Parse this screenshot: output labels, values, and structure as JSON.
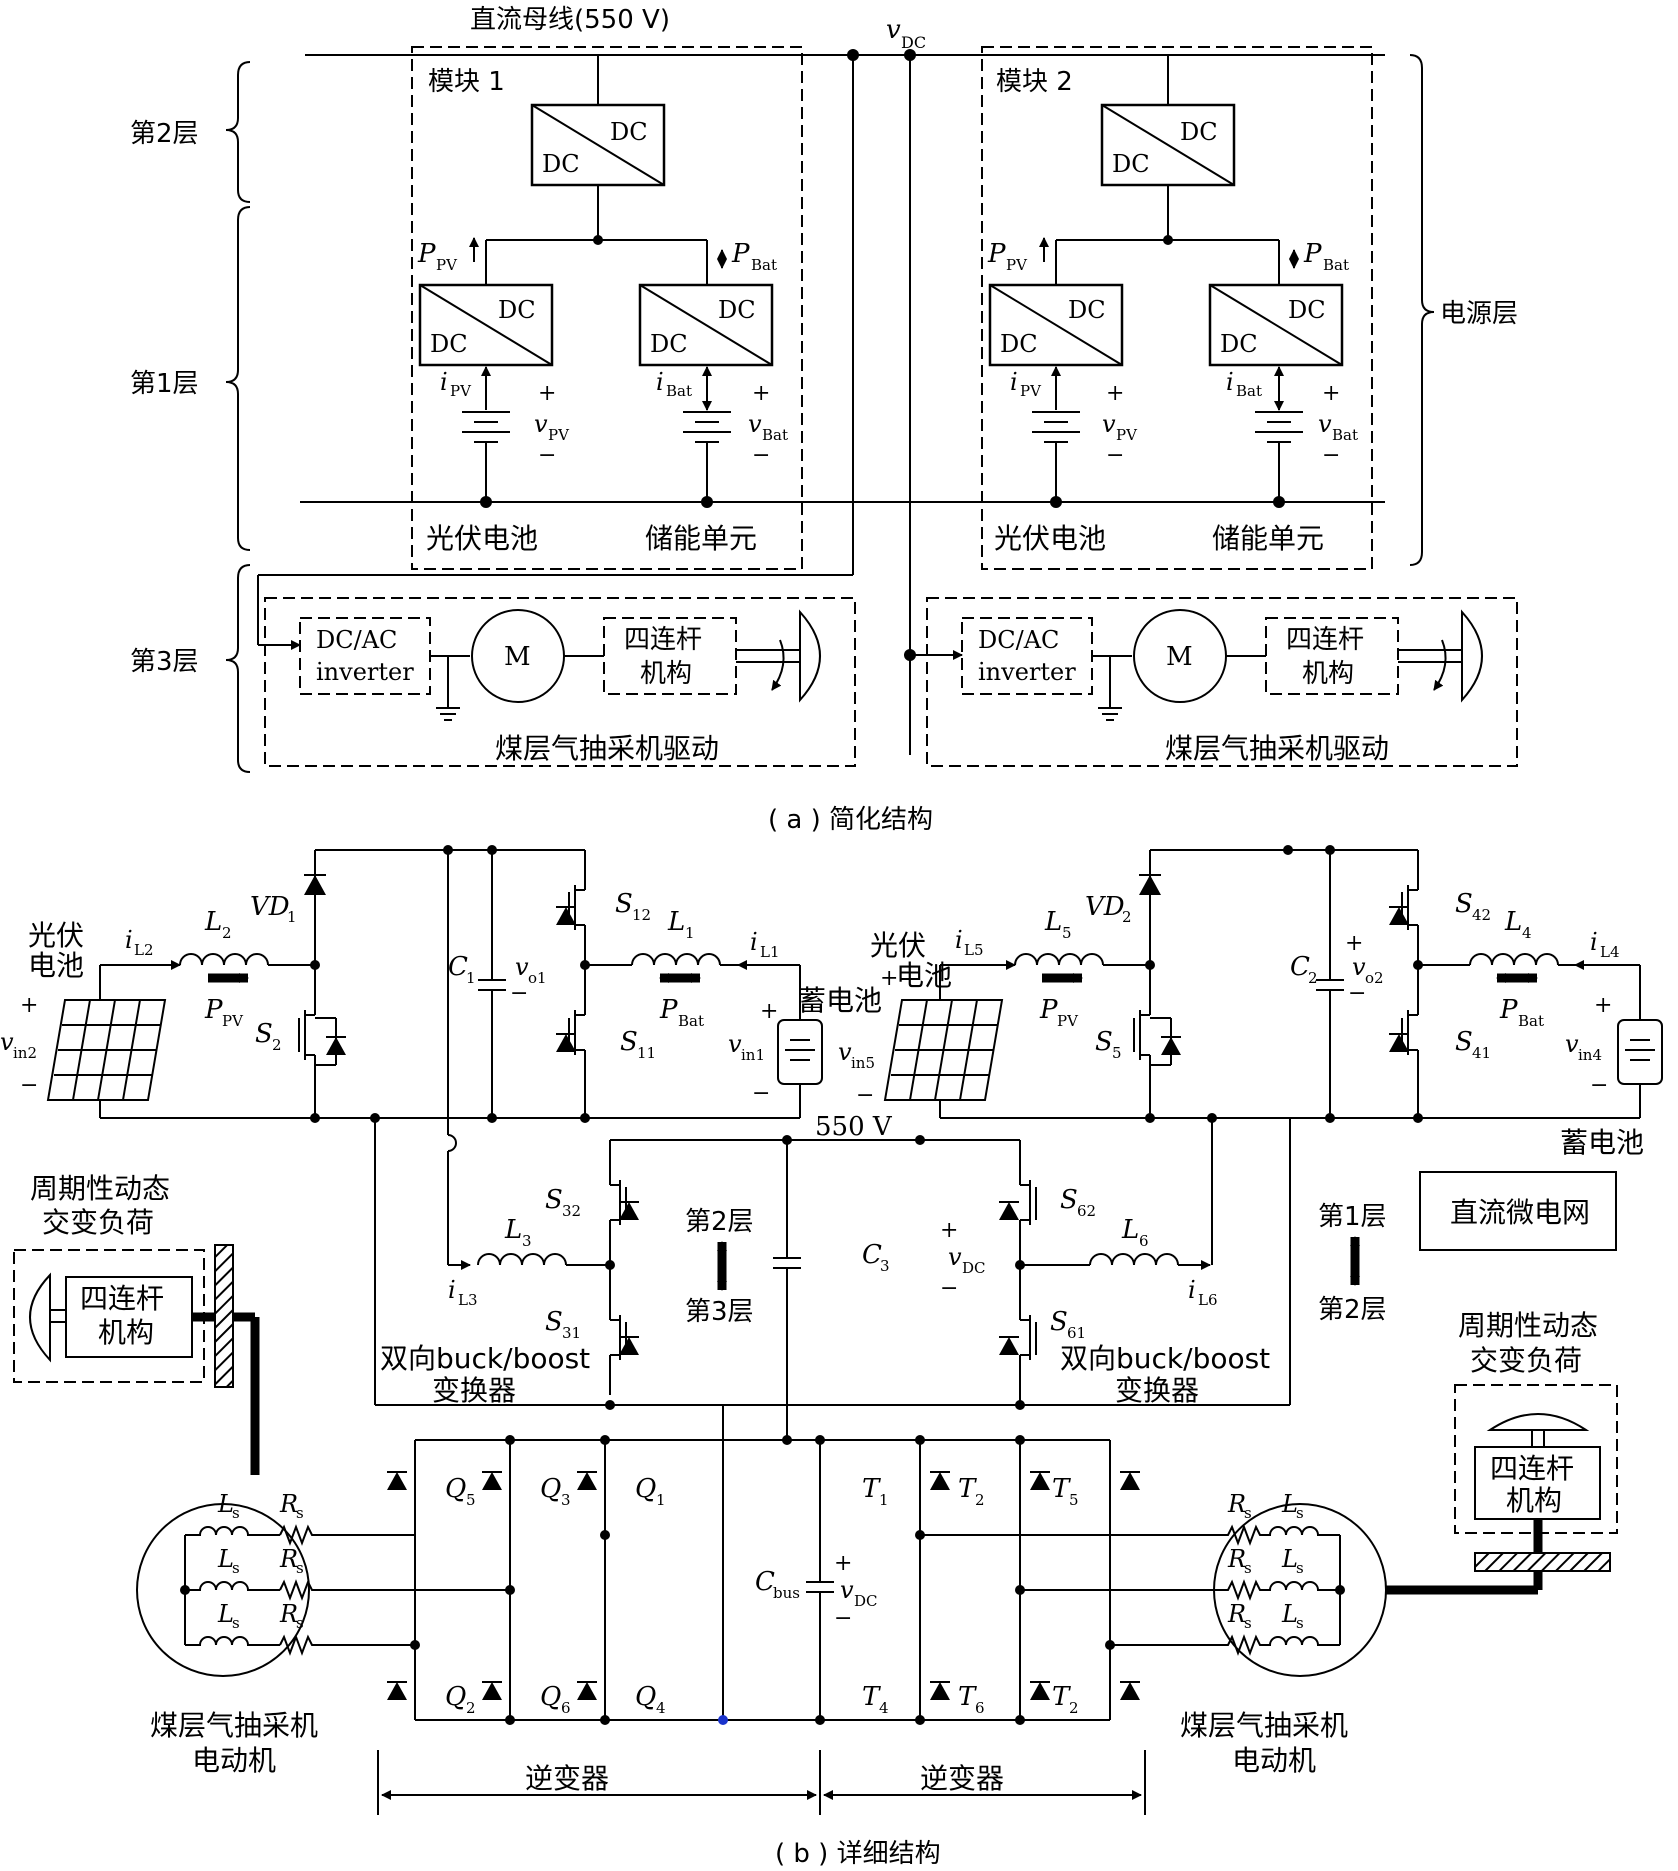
{
  "labels": {
    "dc_bus": "直流母线(550 V)",
    "v_dc_top": "v",
    "v_dc_top_sub": "DC",
    "module1": "模块 1",
    "module2": "模块 2",
    "layer2": "第2层",
    "layer1": "第1层",
    "layer3": "第3层",
    "power_layer": "电源层",
    "dc": "DC",
    "p_pv": "P",
    "p_pv_sub": "PV",
    "p_bat": "P",
    "p_bat_sub": "Bat",
    "i_pv": "i",
    "i_pv_sub": "PV",
    "i_bat": "i",
    "i_bat_sub": "Bat",
    "v_pv": "v",
    "v_pv_sub": "PV",
    "v_bat": "v",
    "v_bat_sub": "Bat",
    "plus": "+",
    "minus": "−",
    "pv_cell": "光伏电池",
    "storage_unit": "储能单元",
    "dcac_line1": "DC/AC",
    "dcac_line2": "inverter",
    "motor": "M",
    "four_bar_line1": "四连杆",
    "four_bar_line2": "机构",
    "cbm_drive": "煤层气抽采机驱动",
    "caption_a": "( a ) 简化结构",
    "pv_line1": "光伏",
    "pv_line2": "电池",
    "battery": "蓄电池",
    "v550": "550 V",
    "dc_microgrid": "直流微电网",
    "periodic_line1": "周期性动态",
    "periodic_line2": "交变负荷",
    "bidir_line1": "双向buck/boost",
    "bidir_line2": "变换器",
    "layer2_3_a": "第2层",
    "layer2_3_b": "第3层",
    "layer1_2_a": "第1层",
    "layer1_2_b": "第2层",
    "inverter": "逆变器",
    "cbm_motor_line1": "煤层气抽采机",
    "cbm_motor_line2": "电动机",
    "caption_b": "( b ) 详细结构"
  },
  "components": {
    "L2": [
      "L",
      "2"
    ],
    "L1": [
      "L",
      "1"
    ],
    "L5": [
      "L",
      "5"
    ],
    "L4": [
      "L",
      "4"
    ],
    "L3": [
      "L",
      "3"
    ],
    "L6": [
      "L",
      "6"
    ],
    "VD1": [
      "VD",
      "1"
    ],
    "VD2": [
      "VD",
      "2"
    ],
    "C1": [
      "C",
      "1"
    ],
    "C2": [
      "C",
      "2"
    ],
    "C3": [
      "C",
      "3"
    ],
    "Cbus": [
      "C",
      "bus"
    ],
    "vo1": [
      "v",
      "o1"
    ],
    "vo2": [
      "v",
      "o2"
    ],
    "vDC": [
      "v",
      "DC"
    ],
    "S2": [
      "S",
      "2"
    ],
    "S5": [
      "S",
      "5"
    ],
    "S12": [
      "S",
      "12"
    ],
    "S11": [
      "S",
      "11"
    ],
    "S42": [
      "S",
      "42"
    ],
    "S41": [
      "S",
      "41"
    ],
    "S32": [
      "S",
      "32"
    ],
    "S31": [
      "S",
      "31"
    ],
    "S62": [
      "S",
      "62"
    ],
    "S61": [
      "S",
      "61"
    ],
    "iL2": [
      "i",
      "L2"
    ],
    "iL1": [
      "i",
      "L1"
    ],
    "iL5": [
      "i",
      "L5"
    ],
    "iL4": [
      "i",
      "L4"
    ],
    "iL3": [
      "i",
      "L3"
    ],
    "iL6": [
      "i",
      "L6"
    ],
    "vin2": [
      "v",
      "in2"
    ],
    "vin1": [
      "v",
      "in1"
    ],
    "vin5": [
      "v",
      "in5"
    ],
    "vin4": [
      "v",
      "in4"
    ],
    "PPV": [
      "P",
      "PV"
    ],
    "PBat": [
      "P",
      "Bat"
    ],
    "Q5": [
      "Q",
      "5"
    ],
    "Q3": [
      "Q",
      "3"
    ],
    "Q1": [
      "Q",
      "1"
    ],
    "Q2": [
      "Q",
      "2"
    ],
    "Q6": [
      "Q",
      "6"
    ],
    "Q4": [
      "Q",
      "4"
    ],
    "T1": [
      "T",
      "1"
    ],
    "T2": [
      "T",
      "2"
    ],
    "T5": [
      "T",
      "5"
    ],
    "T4": [
      "T",
      "4"
    ],
    "T6": [
      "T",
      "6"
    ],
    "T2b": [
      "T",
      "2"
    ],
    "Ls": [
      "L",
      "s"
    ],
    "Rs": [
      "R",
      "s"
    ]
  }
}
